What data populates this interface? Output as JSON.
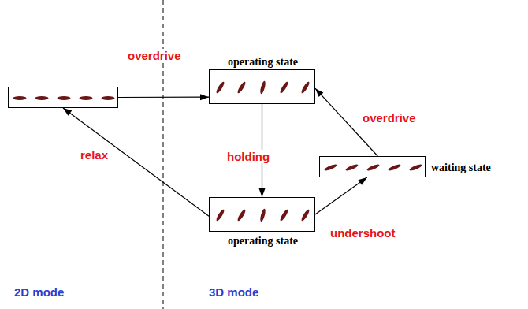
{
  "diagram": {
    "nodes": [
      {
        "text": []
      },
      {
        "text": [
          "operating state"
        ]
      },
      {
        "text": [
          "operating state"
        ]
      },
      {
        "text": [
          "waiting state"
        ]
      }
    ],
    "edges": [
      {
        "from": 0,
        "to": 1,
        "label": "overdrive",
        "arrow": "to"
      },
      {
        "from": 1,
        "to": 2,
        "label": "holding",
        "arrow": "to"
      },
      {
        "from": 2,
        "to": 3,
        "label": "undershoot",
        "arrow": "to"
      },
      {
        "from": 3,
        "to": 1,
        "label": "overdrive",
        "arrow": "to"
      },
      {
        "from": 2,
        "to": 0,
        "label": "relax",
        "arrow": "to"
      }
    ],
    "labels": [
      "2D mode",
      "3D mode"
    ]
  }
}
